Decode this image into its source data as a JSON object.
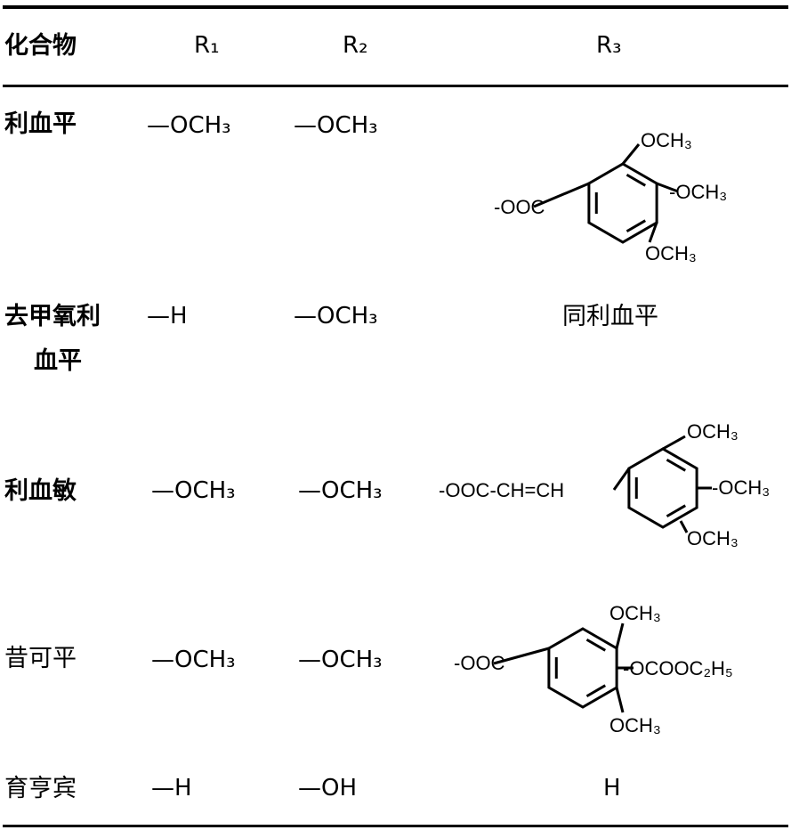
{
  "table": {
    "headers": {
      "compound": "化合物",
      "r1": "R₁",
      "r2": "R₂",
      "r3": "R₃"
    },
    "rows": [
      {
        "name": "利血平",
        "r1": "—OCH₃",
        "r2": "—OCH₃",
        "r3": {
          "left": "-OOC",
          "top": "OCH₃",
          "right": "-OCH₃",
          "bottom": "OCH₃"
        }
      },
      {
        "name_line1": "去甲氧利",
        "name_line2": "血平",
        "r1": "—H",
        "r2": "—OCH₃",
        "r3_text": "同利血平"
      },
      {
        "name": "利血敏",
        "r1": "—OCH₃",
        "r2": "—OCH₃",
        "r3": {
          "left": "-OOC-CH=CH",
          "top": "OCH₃",
          "right": "-OCH₃",
          "bottom": "OCH₃"
        }
      },
      {
        "name": "昔可平",
        "r1": "—OCH₃",
        "r2": "—OCH₃",
        "r3": {
          "left": "-OOC",
          "top": "OCH₃",
          "right": "-OCOOC₂H₅",
          "bottom": "OCH₃"
        }
      },
      {
        "name": "育亨宾",
        "r1": "—H",
        "r2": "—OH",
        "r3_text": "H"
      }
    ]
  }
}
